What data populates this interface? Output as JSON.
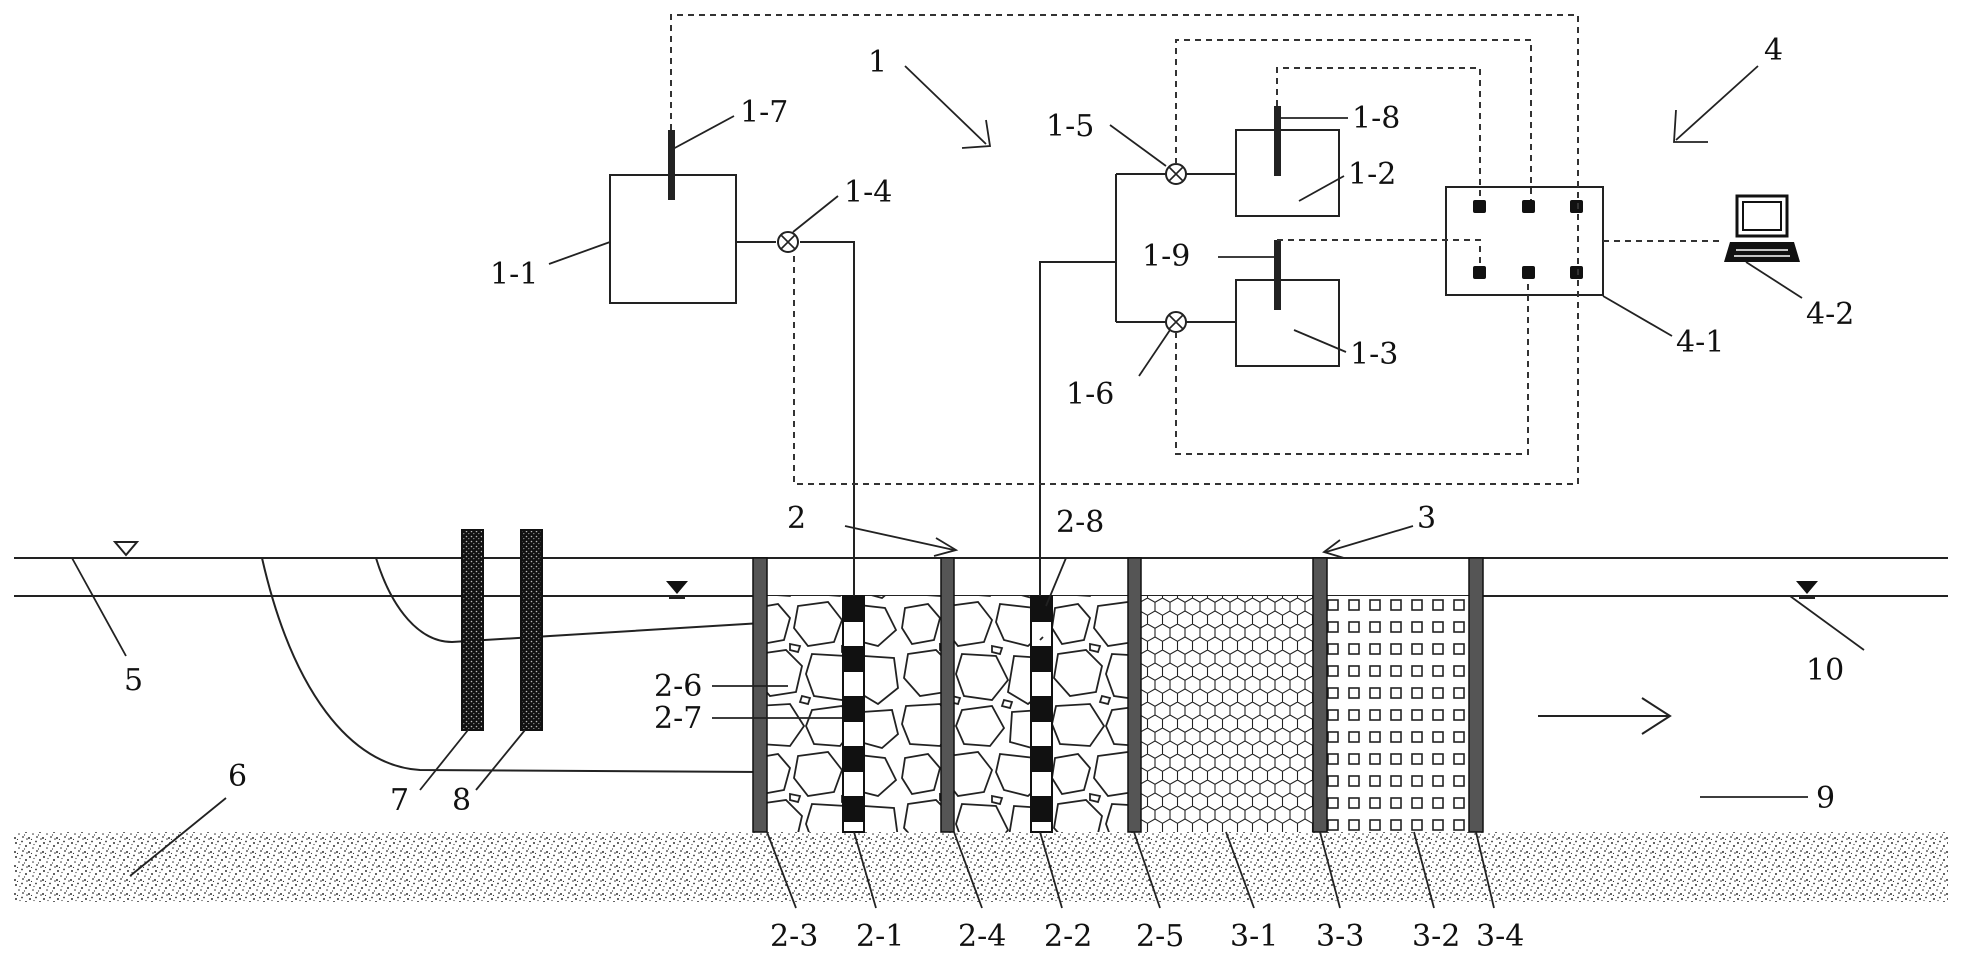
{
  "labels": {
    "l1": "1",
    "l1_1": "1-1",
    "l1_2": "1-2",
    "l1_3": "1-3",
    "l1_4": "1-4",
    "l1_5": "1-5",
    "l1_6": "1-6",
    "l1_7": "1-7",
    "l1_8": "1-8",
    "l1_9": "1-9",
    "l2": "2",
    "l2_1": "2-1",
    "l2_2": "2-2",
    "l2_3": "2-3",
    "l2_4": "2-4",
    "l2_5": "2-5",
    "l2_6": "2-6",
    "l2_7": "2-7",
    "l2_8": "2-8",
    "l3": "3",
    "l3_1": "3-1",
    "l3_2": "3-2",
    "l3_3": "3-3",
    "l3_4": "3-4",
    "l4": "4",
    "l4_1": "4-1",
    "l4_2": "4-2",
    "l5": "5",
    "l6": "6",
    "l7": "7",
    "l8": "8",
    "l9": "9",
    "l10": "10"
  },
  "colors": {
    "line": "#222222",
    "dashed": "#333333",
    "background": "#ffffff"
  },
  "icons": {
    "computer": "computer-icon",
    "valve": "valve-icon",
    "water_level": "water-level-icon",
    "flow_arrow": "arrow-right-icon"
  }
}
